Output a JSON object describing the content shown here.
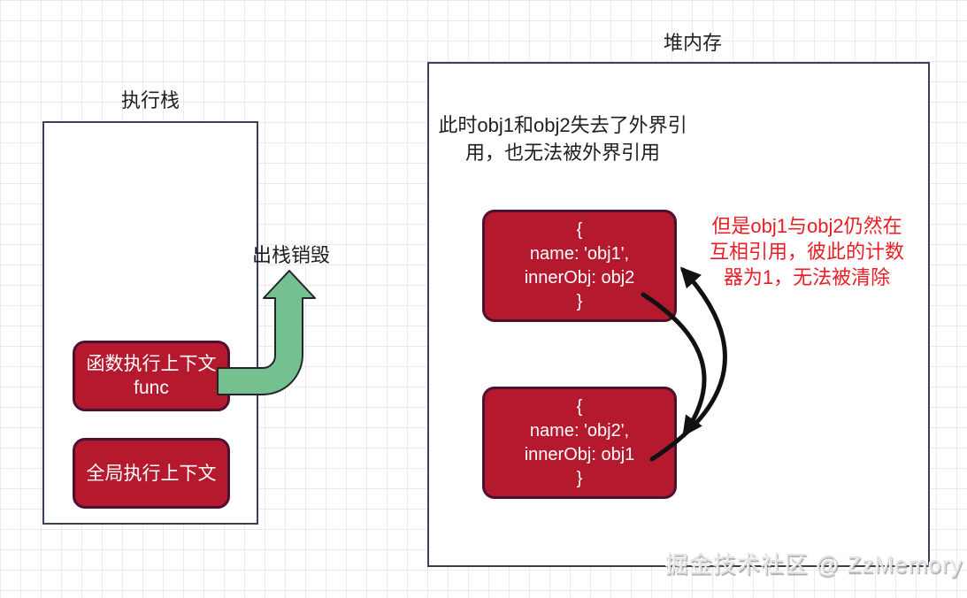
{
  "stack": {
    "title": "执行栈",
    "frames": [
      {
        "label": "函数执行上下文",
        "sublabel": "func"
      },
      {
        "label": "全局执行上下文"
      }
    ],
    "pop_label": "出栈销毁"
  },
  "heap": {
    "title": "堆内存",
    "note_line1": "此时obj1和obj2失去了外界引",
    "note_line2": "用，也无法被外界引用",
    "obj1": {
      "brace_open": "{",
      "name_line": "name: 'obj1',",
      "inner_line": "innerObj: obj2",
      "brace_close": "}"
    },
    "obj2": {
      "brace_open": "{",
      "name_line": "name: 'obj2',",
      "inner_line": "innerObj: obj1",
      "brace_close": "}"
    },
    "warning_line1": "但是obj1与obj2仍然在",
    "warning_line2": "互相引用，彼此的计数",
    "warning_line3": "器为1，无法被清除"
  },
  "watermark": "掘金技术社区 @ ZzMemory",
  "colors": {
    "box_red": "#b5192e",
    "box_red_border": "#4d1130",
    "arrow_green": "#74c08f",
    "warning_red": "#ec1c24",
    "outline_dark": "#39405a"
  }
}
